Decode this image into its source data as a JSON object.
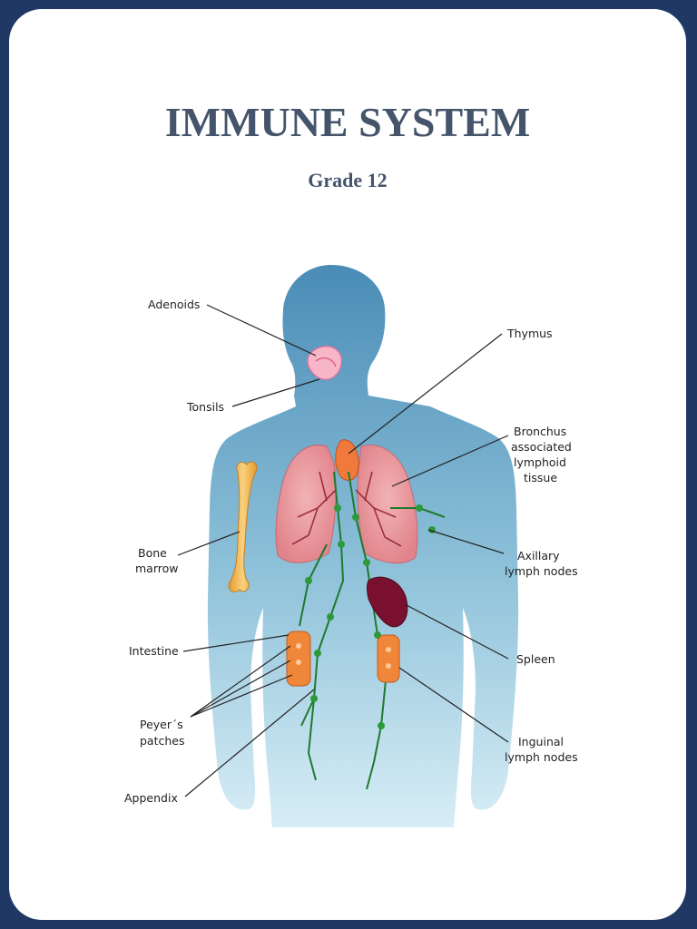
{
  "title": "IMMUNE SYSTEM",
  "subtitle": "Grade 12",
  "labels": {
    "adenoids": "Adenoids",
    "tonsils": "Tonsils",
    "bone_marrow": [
      "Bone",
      "marrow"
    ],
    "intestine": "Intestine",
    "peyers_patches": [
      "Peyer´s",
      "patches"
    ],
    "appendix": "Appendix",
    "thymus": "Thymus",
    "bronchus": [
      "Bronchus",
      "associated",
      "lymphoid",
      "tissue"
    ],
    "axillary": [
      "Axillary",
      "lymph nodes"
    ],
    "spleen": "Spleen",
    "inguinal": [
      "Inguinal",
      "lymph nodes"
    ]
  },
  "icons": {
    "body": "human-silhouette",
    "lungs": "lungs",
    "bone": "femur-bone",
    "spleen": "spleen-organ",
    "intestine": "intestine-segment"
  },
  "colors": {
    "frame": "#1f3864",
    "title": "#44546a",
    "body_top": "#4d8fb8",
    "body_bottom": "#d3ecf5",
    "lungs": "#e8949a",
    "lymph": "#1e7a2e",
    "spleen": "#7a1030",
    "intestine": "#f0863a",
    "bone": "#f3b64e"
  }
}
